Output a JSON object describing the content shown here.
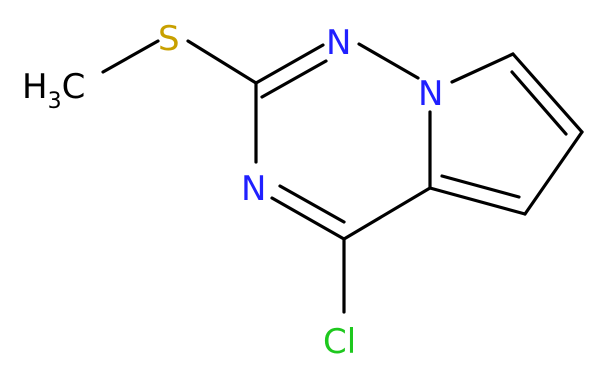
{
  "molecule": {
    "atoms": {
      "methyl": {
        "text": "H",
        "sub": "3",
        "tail": "C"
      },
      "sulfur": {
        "text": "S"
      },
      "n1": {
        "text": "N"
      },
      "n3": {
        "text": "N"
      },
      "n_bridge": {
        "text": "N"
      },
      "chlorine": {
        "text": "Cl"
      }
    },
    "colors": {
      "bond": "#000000",
      "nitrogen": "#2020ff",
      "sulfur": "#c8a000",
      "chlorine": "#1ec81e",
      "carbon_label": "#000000"
    }
  }
}
